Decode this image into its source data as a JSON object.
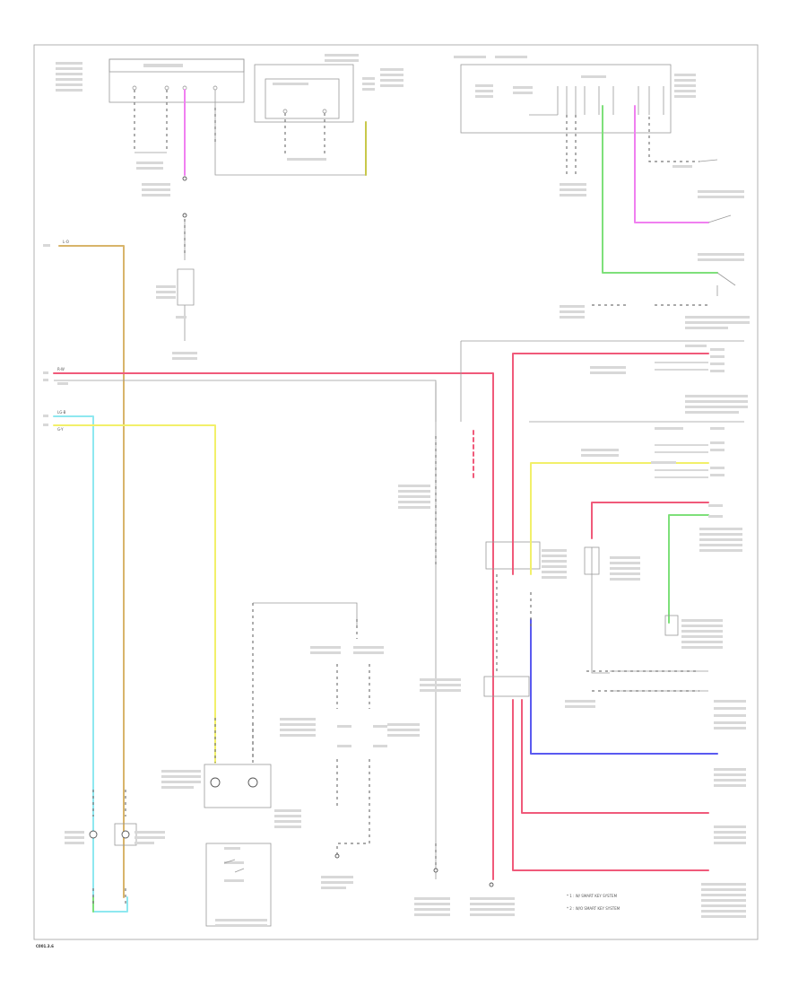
{
  "diagram": {
    "footer_code": "C001.3.6",
    "legend": [
      {
        "marker": "1",
        "text": "* 1 : W/ SMART KEY SYSTEM"
      },
      {
        "marker": "2",
        "text": "* 2 : W/O SMART KEY SYSTEM"
      }
    ],
    "colors": {
      "red": "#f05a7a",
      "yellow": "#f2f06a",
      "cyan": "#8ee8f0",
      "tan": "#d8b46a",
      "green": "#7ee07a",
      "magenta": "#f080f0",
      "blue": "#5a5af0",
      "gray": "#9a9a9a"
    },
    "wire_labels": {
      "red_main": "R-W",
      "tan_left": "L-O",
      "cyan_left": "LG-B",
      "yellow_left": "G-Y"
    },
    "icons": [
      "switch-icon",
      "connector-icon",
      "ground-icon",
      "splice-icon"
    ]
  }
}
